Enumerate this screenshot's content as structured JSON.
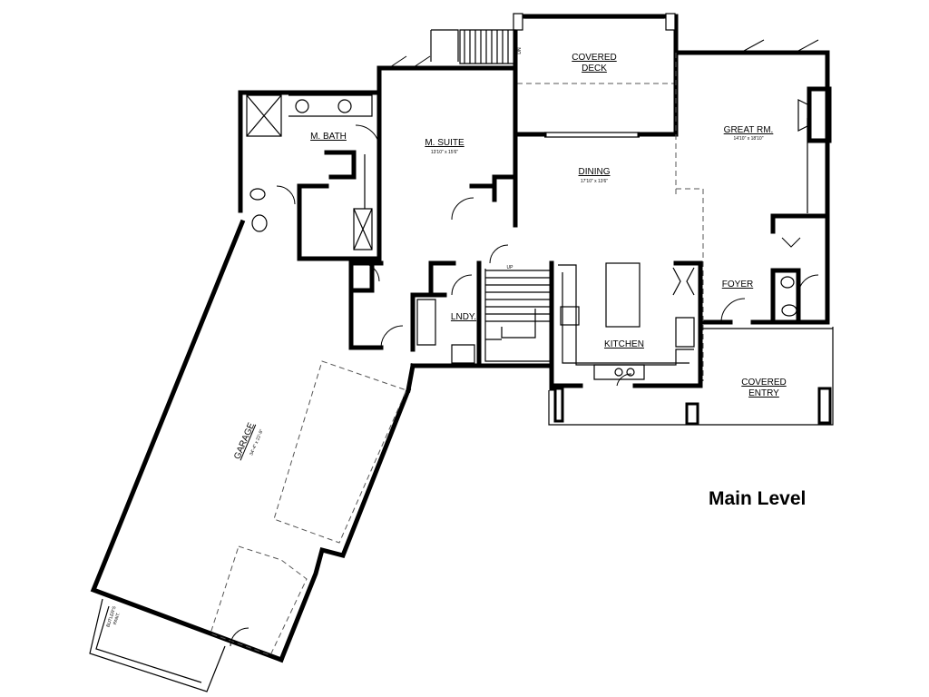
{
  "title": "Main Level",
  "rooms": {
    "covered_deck_1": "COVERED",
    "covered_deck_2": "DECK",
    "great_room": "GREAT RM.",
    "great_room_dim": "14'10\" x 18'10\"",
    "master_bath": "M. BATH",
    "master_suite": "M. SUITE",
    "master_suite_dim": "13'10\" x 15'6\"",
    "dining": "DINING",
    "dining_dim": "17'10\" x 13'6\"",
    "foyer": "FOYER",
    "laundry": "LNDY.",
    "kitchen": "KITCHEN",
    "covered_entry_1": "COVERED",
    "covered_entry_2": "ENTRY",
    "garage": "GARAGE",
    "garage_dim": "34'-4\" x 22'-8\"",
    "butlers_pantry_1": "BUTLER'S",
    "butlers_pantry_2": "PANT.",
    "dn_label": "DN",
    "up_label": "UP"
  }
}
